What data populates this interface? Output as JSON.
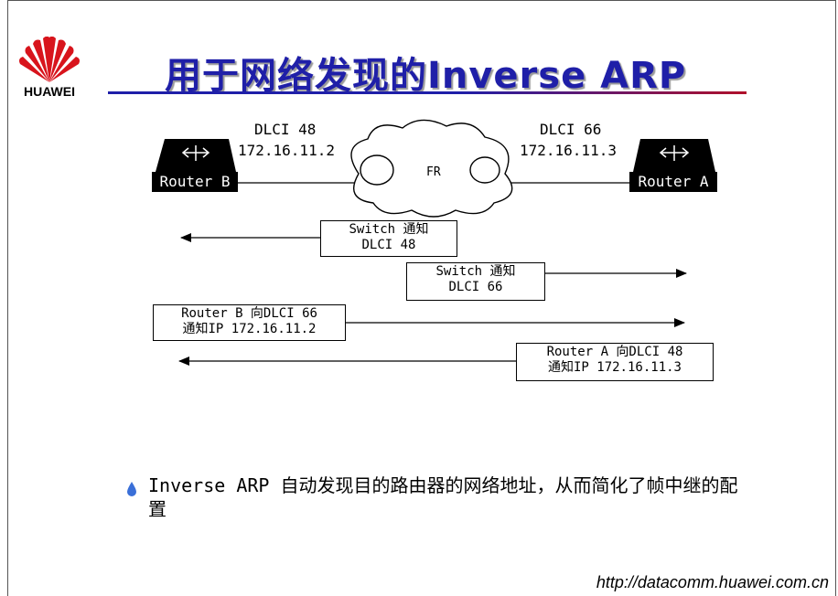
{
  "header": {
    "logo_text": "HUAWEI",
    "title": "用于网络发现的Inverse ARP"
  },
  "diagram": {
    "router_b": {
      "label": "Router B",
      "dlci": "DLCI 48",
      "ip": "172.16.11.2"
    },
    "router_a": {
      "label": "Router A",
      "dlci": "DLCI 66",
      "ip": "172.16.11.3"
    },
    "cloud_label": "FR",
    "messages": [
      {
        "line1": "Switch 通知",
        "line2": "DLCI 48"
      },
      {
        "line1": "Switch 通知",
        "line2": "DLCI 66"
      },
      {
        "line1": "Router B 向DLCI 66",
        "line2": "通知IP 172.16.11.2"
      },
      {
        "line1": "Router A 向DLCI 48",
        "line2": "通知IP 172.16.11.3"
      }
    ]
  },
  "bullet": {
    "text": "Inverse ARP 自动发现目的路由器的网络地址，从而简化了帧中继的配置"
  },
  "footer": {
    "url": "http://datacomm.huawei.com.cn"
  },
  "colors": {
    "title": "#1f1fa8",
    "logo": "#d8141c",
    "bullet": "#3a6fd8"
  }
}
